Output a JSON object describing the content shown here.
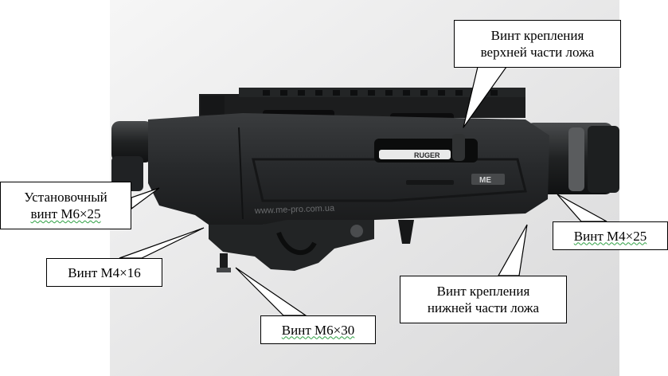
{
  "photo": {
    "engraving_url": "www.me-pro.com.ua",
    "brand_mark": "RUGER",
    "logo_text": "ME",
    "colors": {
      "background_wall": "#ffffff",
      "receiver": "#262829",
      "rail": "#1c1d1e"
    }
  },
  "callouts": {
    "top": {
      "line1": "Винт крепления",
      "line2": "верхней части ложа"
    },
    "left": {
      "line1": "Установочный",
      "line2": "винт М6×25"
    },
    "m4_16": {
      "text": "Винт М4×16"
    },
    "m6_30": {
      "text": "Винт М6×30"
    },
    "m4_25r": {
      "text": "Винт М4×25"
    },
    "bottom": {
      "line1": "Винт крепления",
      "line2": "нижней части ложа"
    }
  }
}
